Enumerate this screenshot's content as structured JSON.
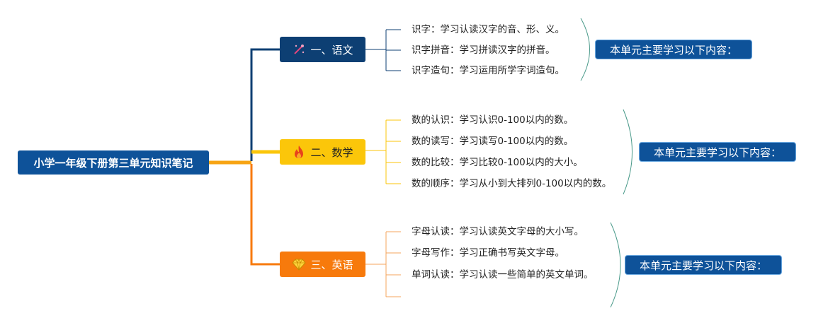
{
  "root": {
    "title": "小学一年级下册第三单元知识笔记"
  },
  "branches": [
    {
      "label": "一、语文",
      "icon": "magic-wand-icon",
      "color": "#0d3f73",
      "items": [
        "识字：学习认读汉字的音、形、义。",
        "识字拼音：学习拼读汉字的拼音。",
        "识字造句：学习运用所学字词造句。"
      ],
      "summary": "本单元主要学习以下内容："
    },
    {
      "label": "二、数学",
      "icon": "fire-icon",
      "color": "#fbc60a",
      "items": [
        "数的认识：学习认识0-100以内的数。",
        "数的读写：学习读写0-100以内的数。",
        "数的比较：学习比较0-100以内的大小。",
        "数的顺序：学习从小到大排列0-100以内的数。"
      ],
      "summary": "本单元主要学习以下内容："
    },
    {
      "label": "三、英语",
      "icon": "diamond-icon",
      "color": "#f77a0c",
      "items": [
        "字母认读：学习认读英文字母的大小写。",
        "字母写作：学习正确书写英文字母。",
        "单词认读：学习认读一些简单的英文单词。",
        ""
      ],
      "summary": "本单元主要学习以下内容："
    }
  ]
}
